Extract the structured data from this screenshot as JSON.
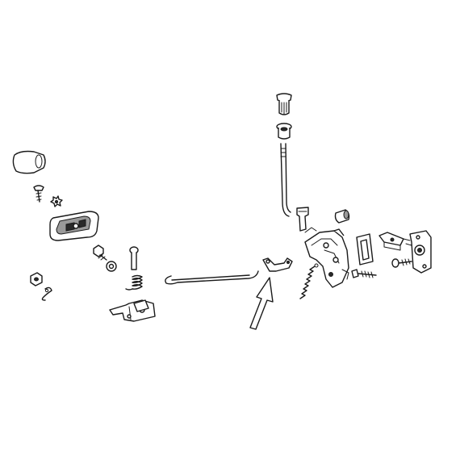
{
  "diagram": {
    "type": "exploded-parts-drawing",
    "background": "#ffffff",
    "line_color": "#1a1a1a",
    "parts": [
      {
        "name": "knob"
      },
      {
        "name": "knob-grommet"
      },
      {
        "name": "lock-rod"
      },
      {
        "name": "rod-clip"
      },
      {
        "name": "rubber-bumper"
      },
      {
        "name": "latch-assembly"
      },
      {
        "name": "latch-spring"
      },
      {
        "name": "gasket-frame"
      },
      {
        "name": "wedge-block"
      },
      {
        "name": "striker-plate"
      },
      {
        "name": "latch-screw"
      },
      {
        "name": "striker-screw"
      },
      {
        "name": "connecting-rod"
      },
      {
        "name": "bell-crank-lever"
      },
      {
        "name": "inside-handle-bracket"
      },
      {
        "name": "handle-spring"
      },
      {
        "name": "handle-pin"
      },
      {
        "name": "washer"
      },
      {
        "name": "handle-bolt"
      },
      {
        "name": "bezel-cover"
      },
      {
        "name": "handle-bezel"
      },
      {
        "name": "bezel-screw"
      },
      {
        "name": "star-washer"
      },
      {
        "name": "hex-nut"
      },
      {
        "name": "retaining-clip"
      }
    ],
    "callout": {
      "name": "pointer-arrow",
      "target": "bell-crank-lever"
    }
  }
}
